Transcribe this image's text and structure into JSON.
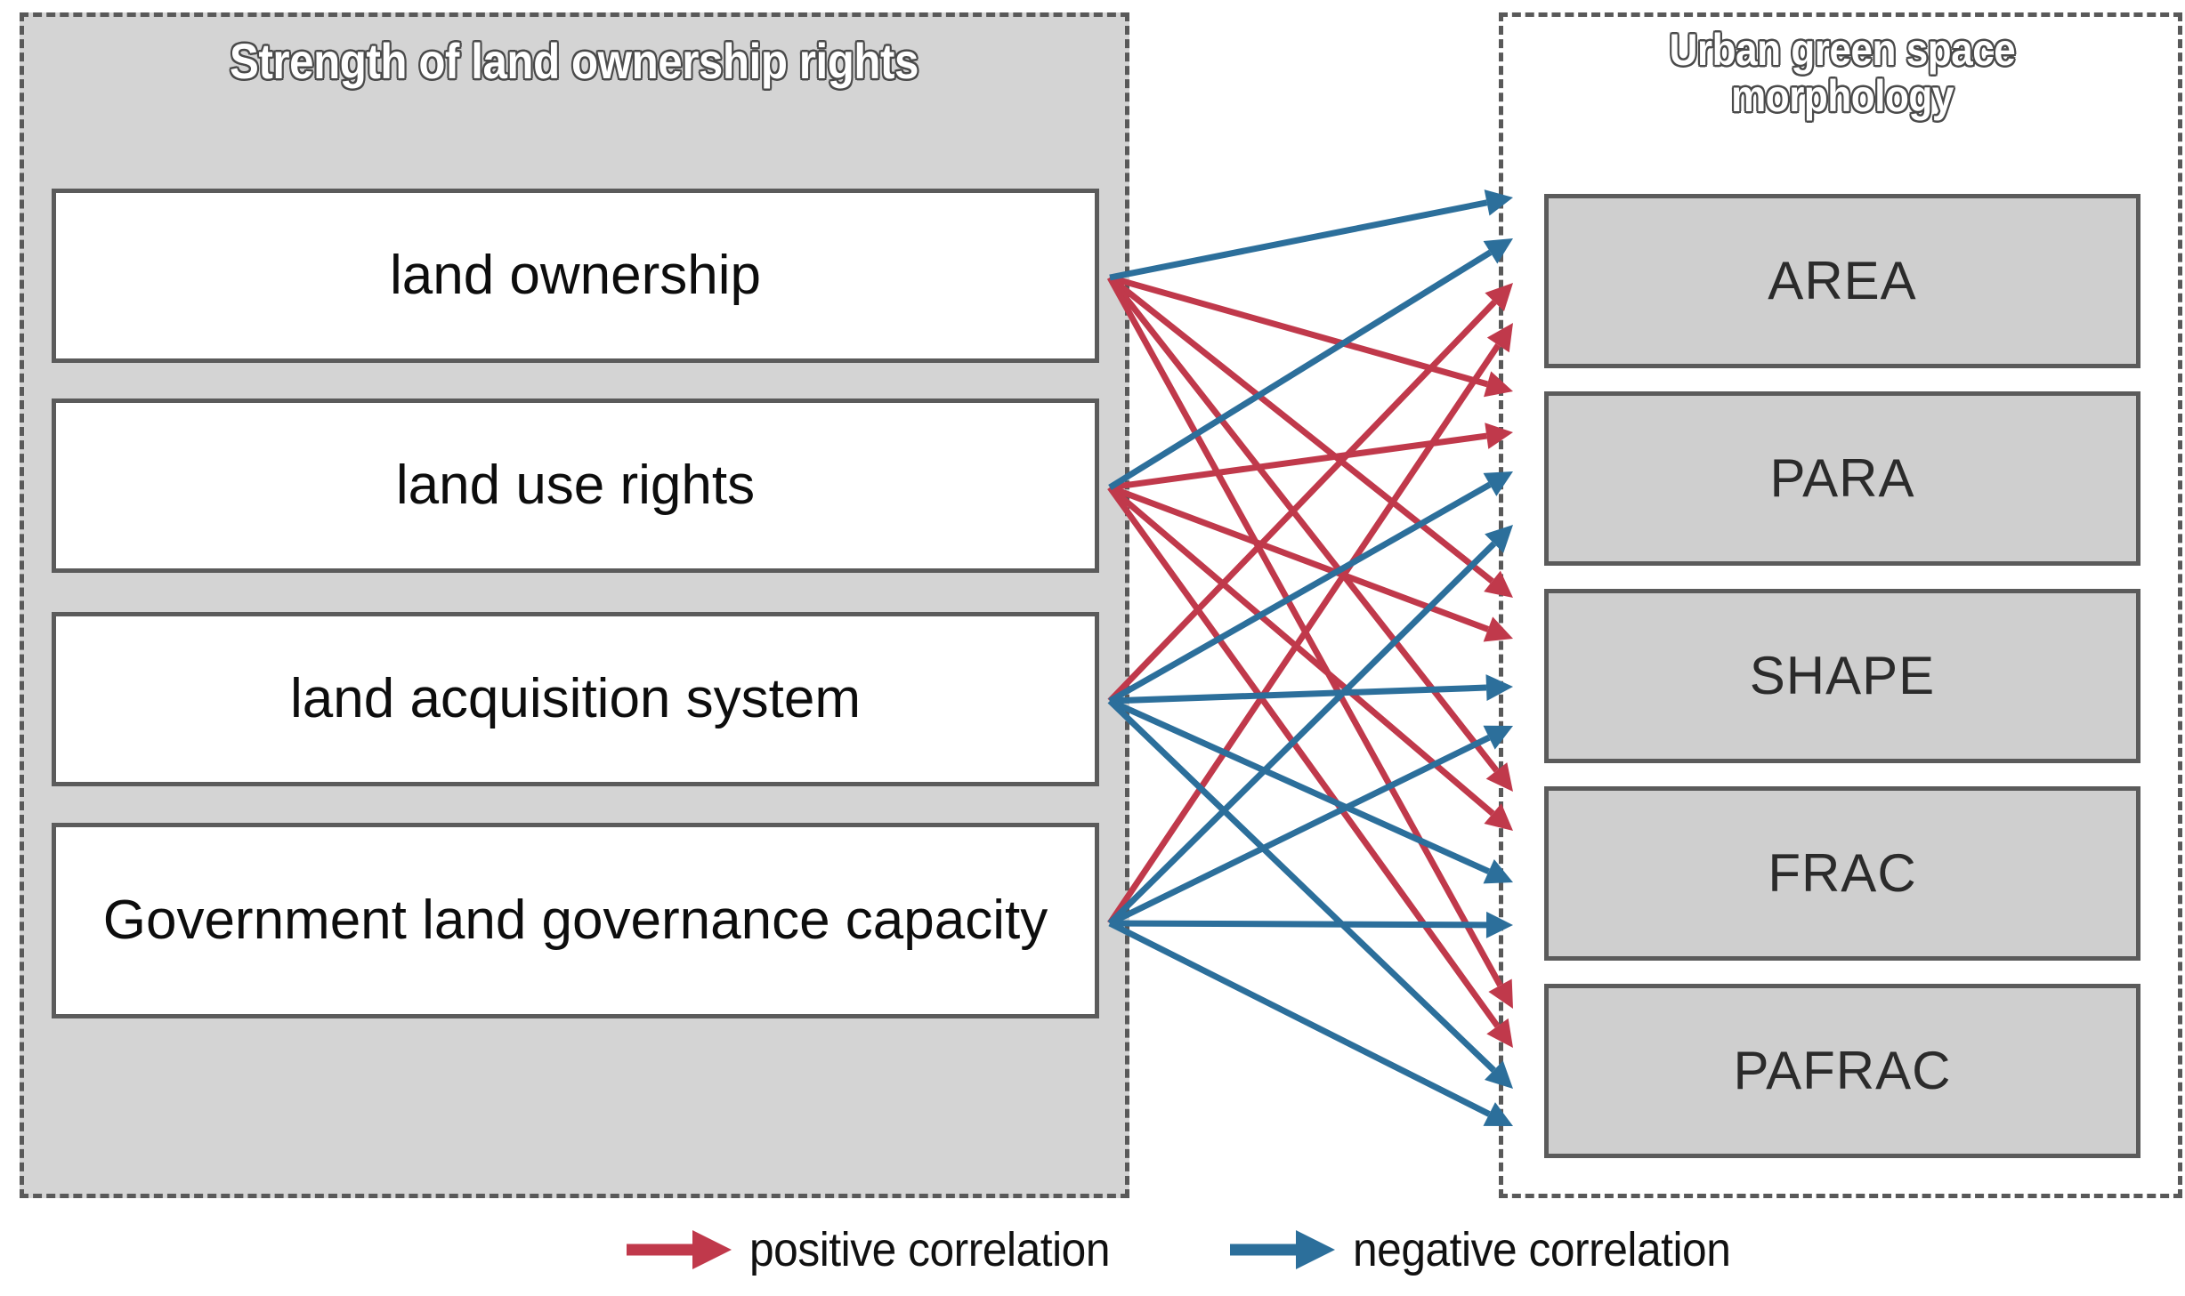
{
  "diagram": {
    "title_left": "Strength of land ownership rights",
    "title_right_line1": "Urban green space",
    "title_right_line2": "morphology",
    "colors": {
      "positive": "#c0394b",
      "negative": "#2c6f9b",
      "left_panel_fill": "#d4d4d4",
      "right_node_fill": "#cfcfcf",
      "left_node_fill": "#ffffff",
      "node_border": "#5b5b5b",
      "dash_border": "#595959"
    }
  },
  "left_nodes": [
    {
      "id": "land-ownership",
      "label": "land ownership"
    },
    {
      "id": "land-use-rights",
      "label": "land use rights"
    },
    {
      "id": "land-acquisition",
      "label": "land acquisition system"
    },
    {
      "id": "government",
      "label": "Government land governance capacity"
    }
  ],
  "right_nodes": [
    {
      "id": "area",
      "label": "AREA"
    },
    {
      "id": "para",
      "label": "PARA"
    },
    {
      "id": "shape",
      "label": "SHAPE"
    },
    {
      "id": "frac",
      "label": "FRAC"
    },
    {
      "id": "pafrac",
      "label": "PAFRAC"
    }
  ],
  "legend": {
    "items": [
      {
        "icon": "right-arrow-icon",
        "color": "#c0394b",
        "label": "positive correlation"
      },
      {
        "icon": "right-arrow-icon",
        "color": "#2c6f9b",
        "label": "negative correlation"
      }
    ]
  },
  "chart_data": {
    "type": "diagram",
    "title": "Strength of land ownership rights vs Urban green space morphology",
    "sources": [
      "land ownership",
      "land use rights",
      "land acquisition system",
      "Government land governance capacity"
    ],
    "targets": [
      "AREA",
      "PARA",
      "SHAPE",
      "FRAC",
      "PAFRAC"
    ],
    "edge_types": {
      "positive correlation": "#c0394b",
      "negative correlation": "#2c6f9b"
    },
    "edges": [
      {
        "from": "land ownership",
        "to": "AREA",
        "type": "negative correlation"
      },
      {
        "from": "land ownership",
        "to": "PARA",
        "type": "positive correlation"
      },
      {
        "from": "land ownership",
        "to": "SHAPE",
        "type": "positive correlation"
      },
      {
        "from": "land ownership",
        "to": "FRAC",
        "type": "positive correlation"
      },
      {
        "from": "land ownership",
        "to": "PAFRAC",
        "type": "positive correlation"
      },
      {
        "from": "land use rights",
        "to": "AREA",
        "type": "negative correlation"
      },
      {
        "from": "land use rights",
        "to": "PARA",
        "type": "positive correlation"
      },
      {
        "from": "land use rights",
        "to": "SHAPE",
        "type": "positive correlation"
      },
      {
        "from": "land use rights",
        "to": "FRAC",
        "type": "positive correlation"
      },
      {
        "from": "land use rights",
        "to": "PAFRAC",
        "type": "positive correlation"
      },
      {
        "from": "land acquisition system",
        "to": "AREA",
        "type": "positive correlation"
      },
      {
        "from": "land acquisition system",
        "to": "PARA",
        "type": "negative correlation"
      },
      {
        "from": "land acquisition system",
        "to": "SHAPE",
        "type": "negative correlation"
      },
      {
        "from": "land acquisition system",
        "to": "FRAC",
        "type": "negative correlation"
      },
      {
        "from": "land acquisition system",
        "to": "PAFRAC",
        "type": "negative correlation"
      },
      {
        "from": "Government land governance capacity",
        "to": "AREA",
        "type": "positive correlation"
      },
      {
        "from": "Government land governance capacity",
        "to": "PARA",
        "type": "negative correlation"
      },
      {
        "from": "Government land governance capacity",
        "to": "SHAPE",
        "type": "negative correlation"
      },
      {
        "from": "Government land governance capacity",
        "to": "FRAC",
        "type": "negative correlation"
      },
      {
        "from": "Government land governance capacity",
        "to": "PAFRAC",
        "type": "negative correlation"
      }
    ]
  }
}
